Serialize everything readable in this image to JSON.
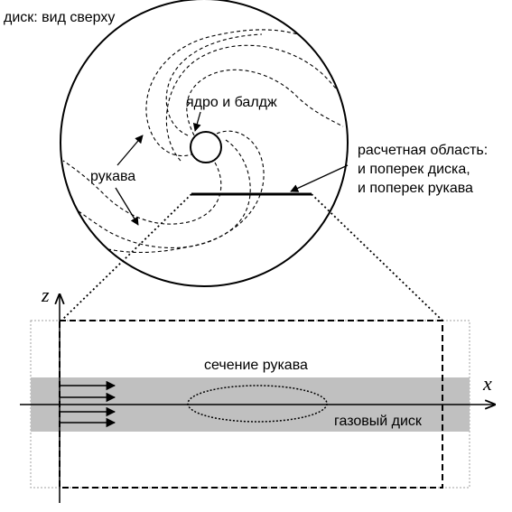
{
  "disk_view": {
    "title": "диск: вид сверху",
    "core_label": "ядро и балдж",
    "arms_label": "рукава"
  },
  "computation_region": {
    "label_line1": "расчетная область:",
    "label_line2": "и поперек диска,",
    "label_line3": "и поперек рукава"
  },
  "cross_section": {
    "arm_section_label": "сечение рукава",
    "gas_disk_label": "газовый диск",
    "axis_z": "z",
    "axis_x": "x"
  },
  "colors": {
    "line": "#000000",
    "gas_band": "#c0c0c0",
    "frame": "#a0a0a0",
    "background": "#ffffff"
  }
}
